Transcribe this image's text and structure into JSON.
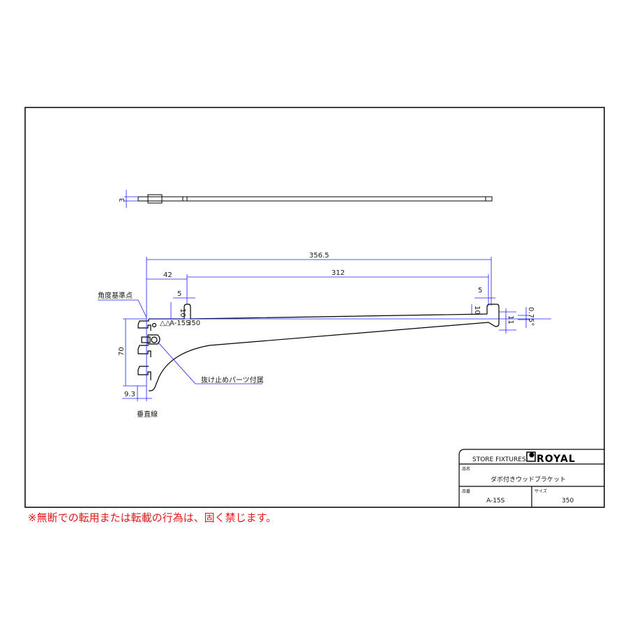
{
  "drawing": {
    "dimensions": {
      "thickness": "3",
      "overall_length": "356.5",
      "hook_span": "312",
      "left_offset": "42",
      "slot_width_left": "5",
      "slot_height_left": "10",
      "slot_width_right": "5",
      "slot_height_right": "10",
      "end_height": "11",
      "angle": "0.75°",
      "height": "70",
      "hook_depth": "9.3"
    },
    "labels": {
      "reference_point": "角度基準点",
      "retainer_part": "抜け止めパーツ付属",
      "vertical_line": "垂直線",
      "stamp_model": "A-15S",
      "stamp_size": "350"
    }
  },
  "title_block": {
    "company_tagline": "STORE FIXTURES",
    "brand": "ROYAL",
    "product_name_label": "品名",
    "product_name": "ダボ付きウッドブラケット",
    "part_no_label": "品番",
    "part_no": "A-15S",
    "size_label": "サイズ",
    "size": "350"
  },
  "notice": "※無断での転用または転載の行為は、固く禁じます。",
  "colors": {
    "dimension": "#1a1aff",
    "notice": "#e0181b",
    "line": "#000000"
  }
}
